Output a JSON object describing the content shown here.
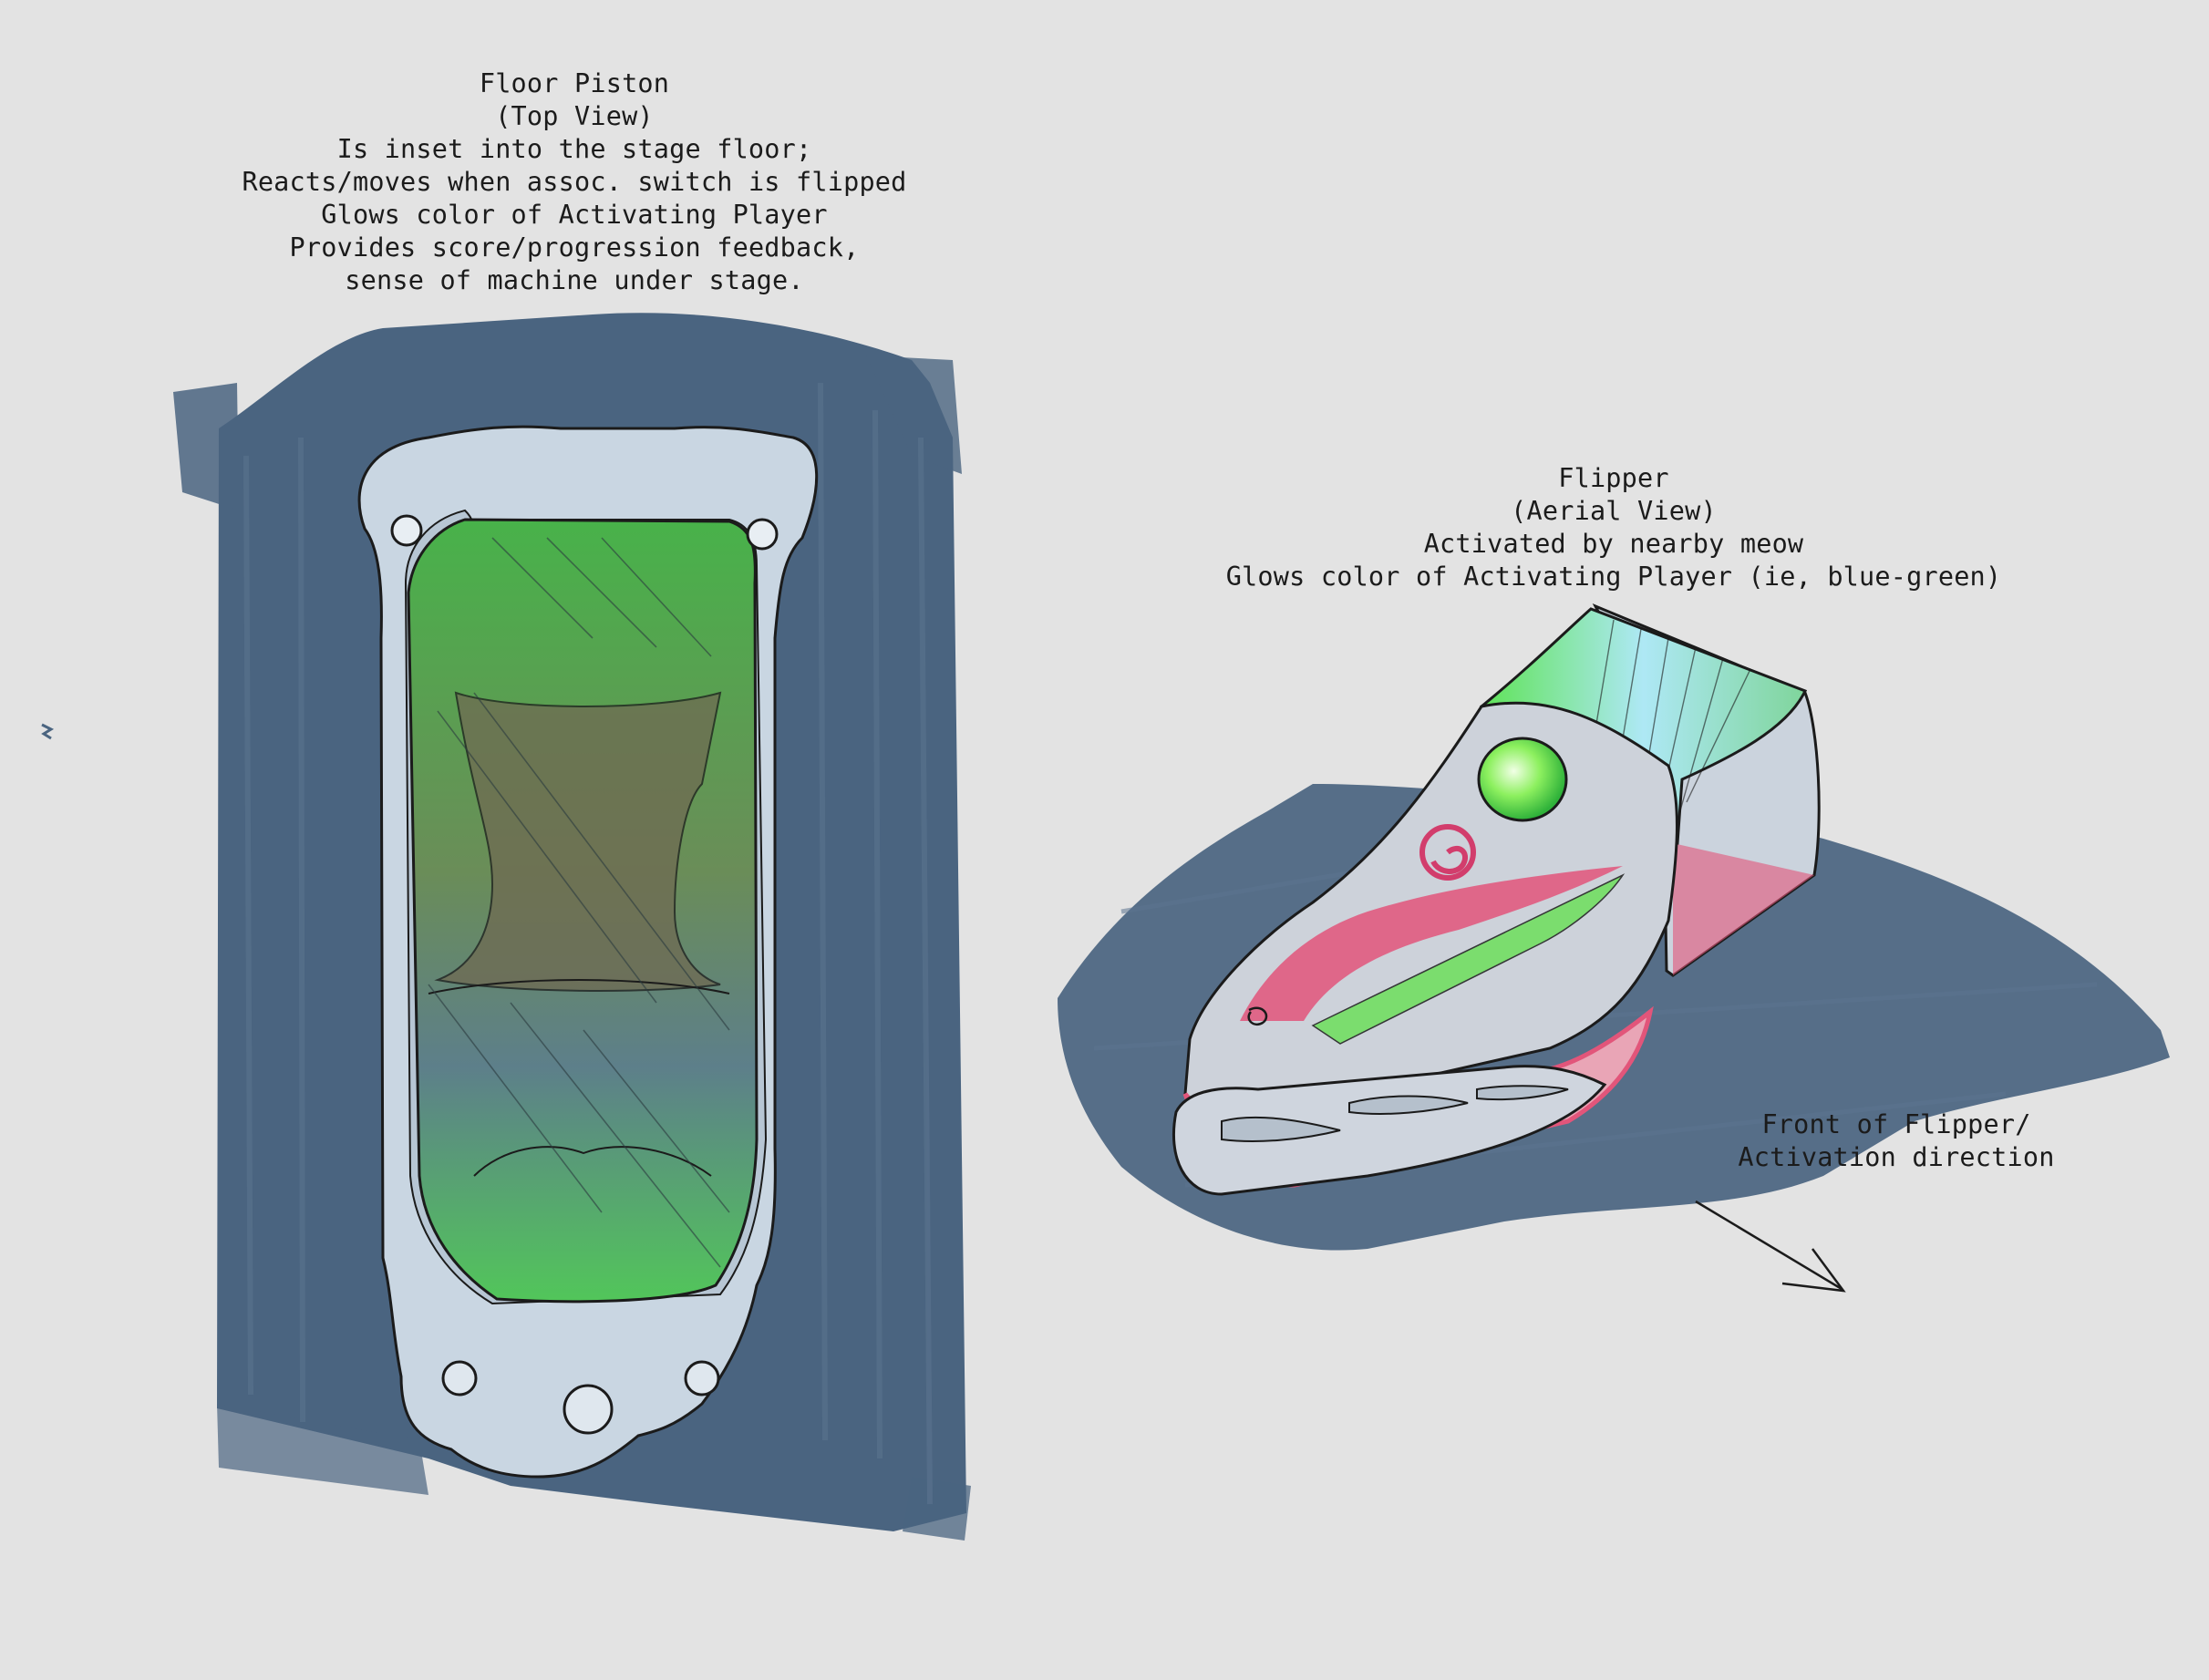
{
  "piston": {
    "title": "Floor Piston",
    "view": "(Top View)",
    "notes": [
      "Is inset into the stage floor;",
      "Reacts/moves when assoc. switch is flipped",
      "Glows color of Activating Player",
      "Provides score/progression feedback,",
      "sense of machine under stage."
    ]
  },
  "flipper": {
    "title": "Flipper",
    "view": "(Aerial View)",
    "notes": [
      "Activated by nearby meow",
      "Glows color of Activating Player (ie, blue-green)"
    ]
  },
  "direction": {
    "lines": [
      "Front of Flipper/",
      "Activation direction"
    ]
  },
  "colors": {
    "background": "#e3e3e3",
    "shadow": "#4a6480",
    "metal": "#c9d6e2",
    "glow_green": "#3fd24a",
    "accent_pink": "#e2557a",
    "ink": "#1b1b1b"
  }
}
